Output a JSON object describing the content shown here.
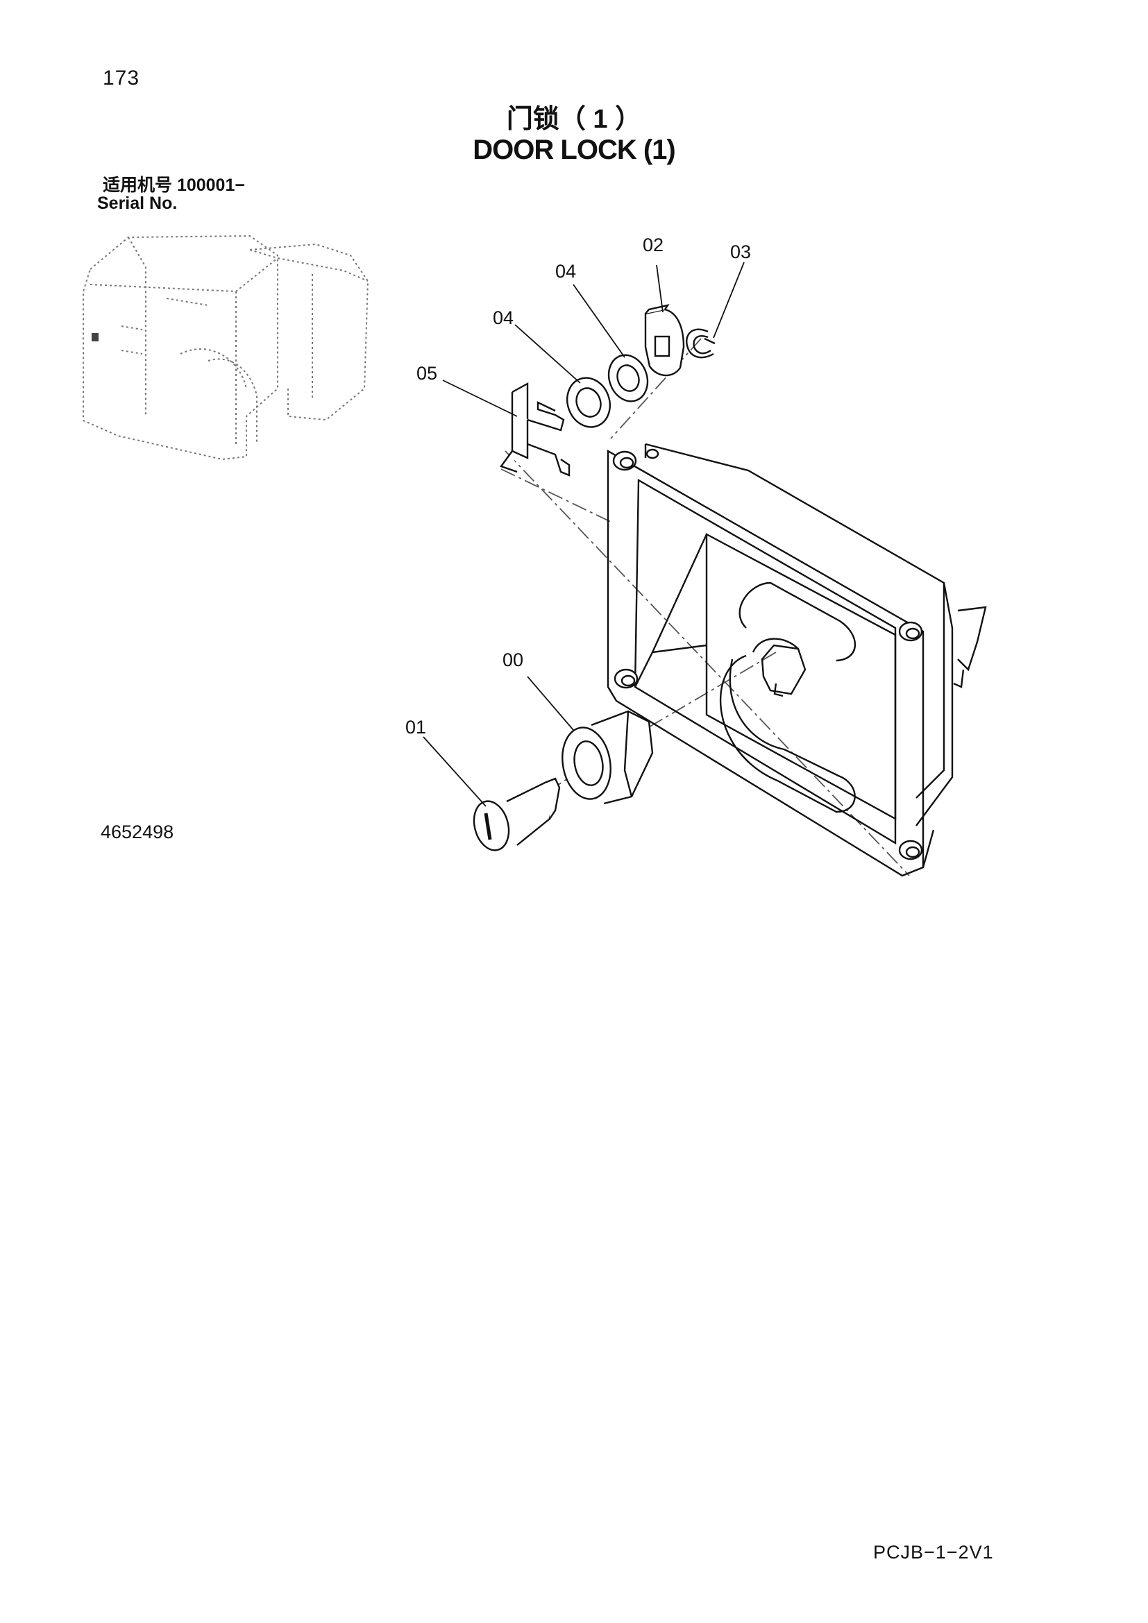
{
  "page": {
    "number": "173",
    "title_cn": "门锁（ 1 ）",
    "title_en": "DOOR LOCK (1)",
    "serial_cn": "适用机号 100001−",
    "serial_en": "Serial No.",
    "drawing_number": "4652498",
    "footer_code": "PCJB−1−2V1"
  },
  "callouts": {
    "c00": "00",
    "c01": "01",
    "c02": "02",
    "c03": "03",
    "c04a": "04",
    "c04b": "04",
    "c05": "05"
  }
}
